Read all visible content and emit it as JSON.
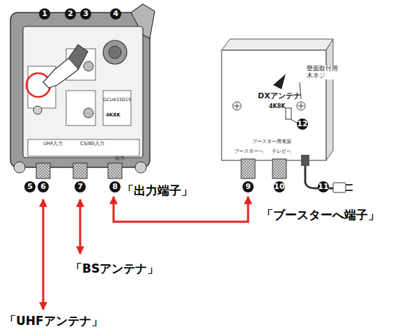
{
  "diagram": {
    "nodes": [
      {
        "text": [
          "UHF入力",
          "CS/BS入力",
          "出力",
          "GCU433D1S",
          "4K8K"
        ]
      },
      {
        "text": [
          "DXアンテナ",
          "4K8K",
          "ブースター用電源",
          "ブースターへ",
          "テレビへ"
        ]
      }
    ],
    "edges": [
      {
        "from": 0,
        "to": 1,
        "arrow": "both"
      }
    ],
    "labels": [
      "1",
      "2",
      "3",
      "4",
      "5",
      "6",
      "7",
      "8",
      "9",
      "10",
      "11",
      "12",
      "壁面取付用 木ネジ",
      "「出力端子」",
      "「ブースターへ端子」",
      "「BSアンテナ」",
      "「UHFアンテナ」"
    ]
  }
}
